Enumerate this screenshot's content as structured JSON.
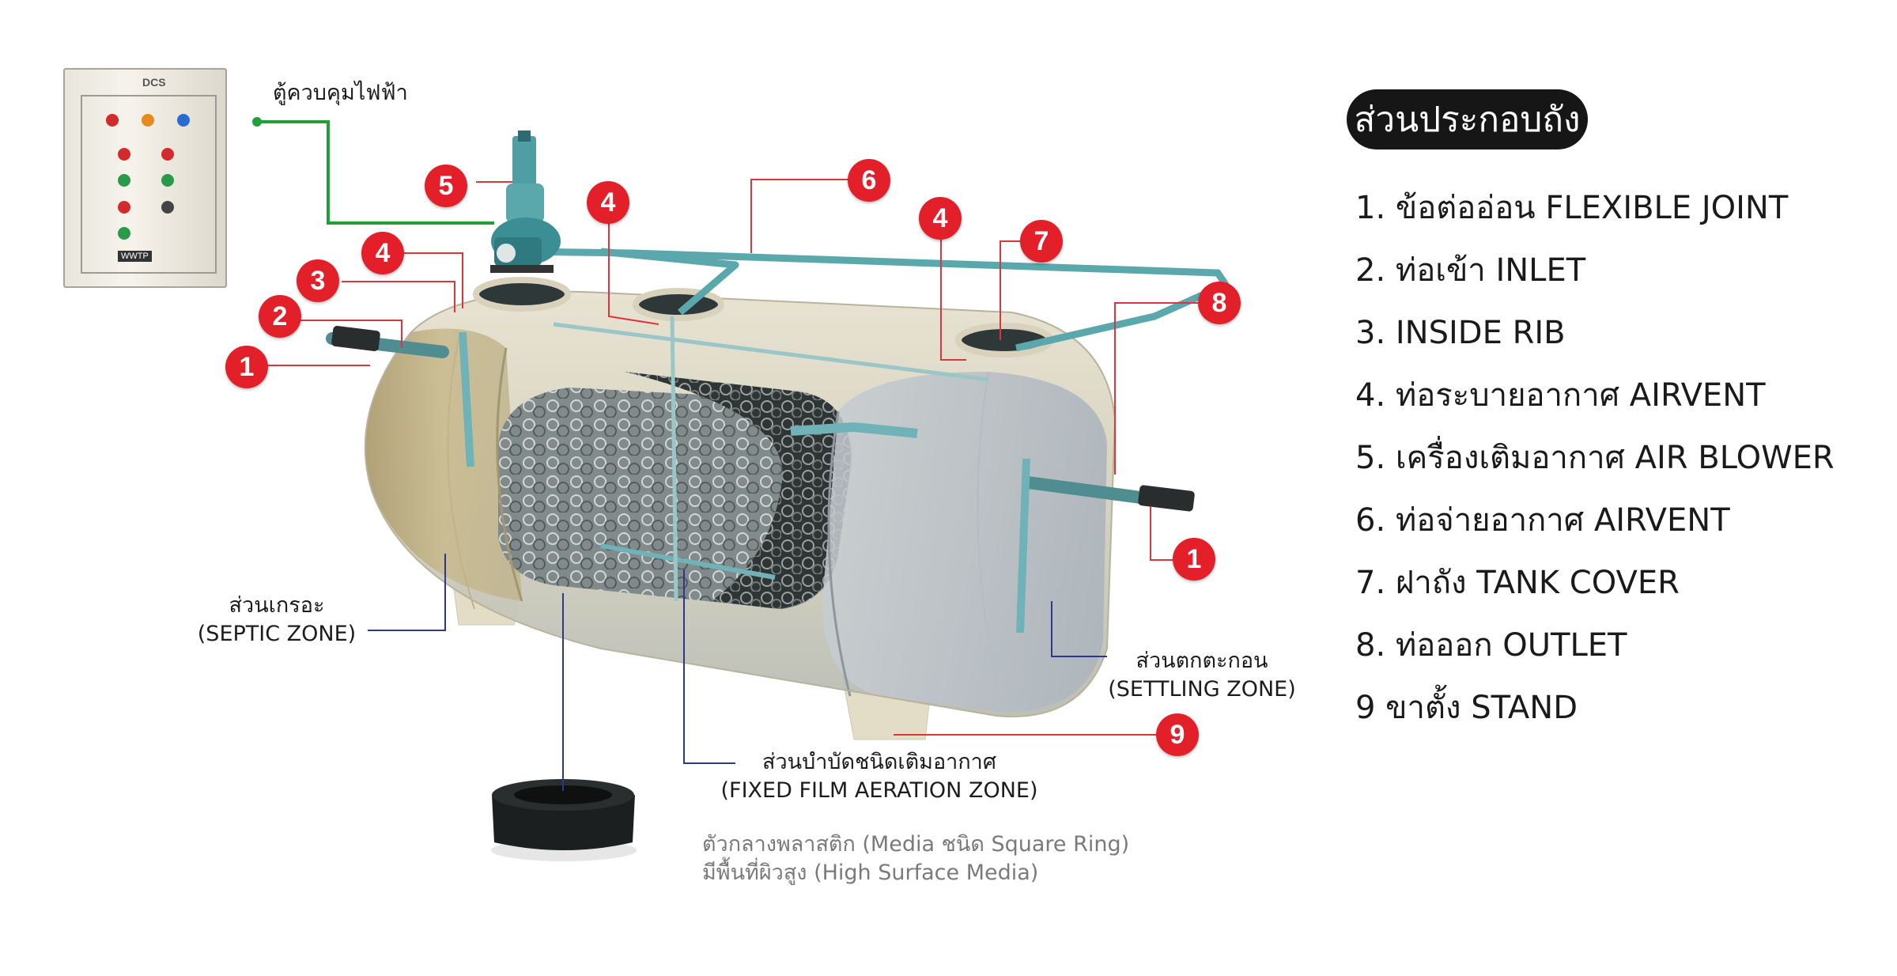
{
  "panel": {
    "title": "ส่วนประกอบถัง",
    "items": [
      "1. ข้อต่ออ่อน FLEXIBLE JOINT",
      "2. ท่อเข้า INLET",
      "3. INSIDE RIB",
      "4. ท่อระบายอากาศ AIRVENT",
      "5. เครื่องเติมอากาศ AIR BLOWER",
      "6. ท่อจ่ายอากาศ AIRVENT",
      "7. ฝาถัง TANK COVER",
      "8. ท่อออก OUTLET",
      "9  ขาตั้ง STAND"
    ]
  },
  "callouts": {
    "control_cabinet": "ตู้ควบคุมไฟฟ้า",
    "septic_zone": [
      "ส่วนเกรอะ",
      "(SEPTIC ZONE)"
    ],
    "settling_zone": [
      "ส่วนตกตะกอน",
      "(SETTLING ZONE)"
    ],
    "aeration_zone": [
      "ส่วนบำบัดชนิดเติมอากาศ",
      "(FIXED FILM AERATION ZONE)"
    ],
    "media_note": [
      "ตัวกลางพลาสติก (Media ชนิด Square Ring)",
      "มีพื้นที่ผิวสูง (High Surface Media)"
    ],
    "cabinet_brand": "DCS",
    "cabinet_plate": "WWTP"
  },
  "badges": [
    "1",
    "2",
    "3",
    "4",
    "5",
    "4",
    "6",
    "4",
    "7",
    "8",
    "1",
    "9"
  ],
  "colors": {
    "badge": "#e3202a",
    "leader_red": "#d9363e",
    "leader_blue": "#2c3a86",
    "leader_green": "#1fa03a",
    "pipe": "#5aa7ac",
    "title_bg": "#161616"
  }
}
